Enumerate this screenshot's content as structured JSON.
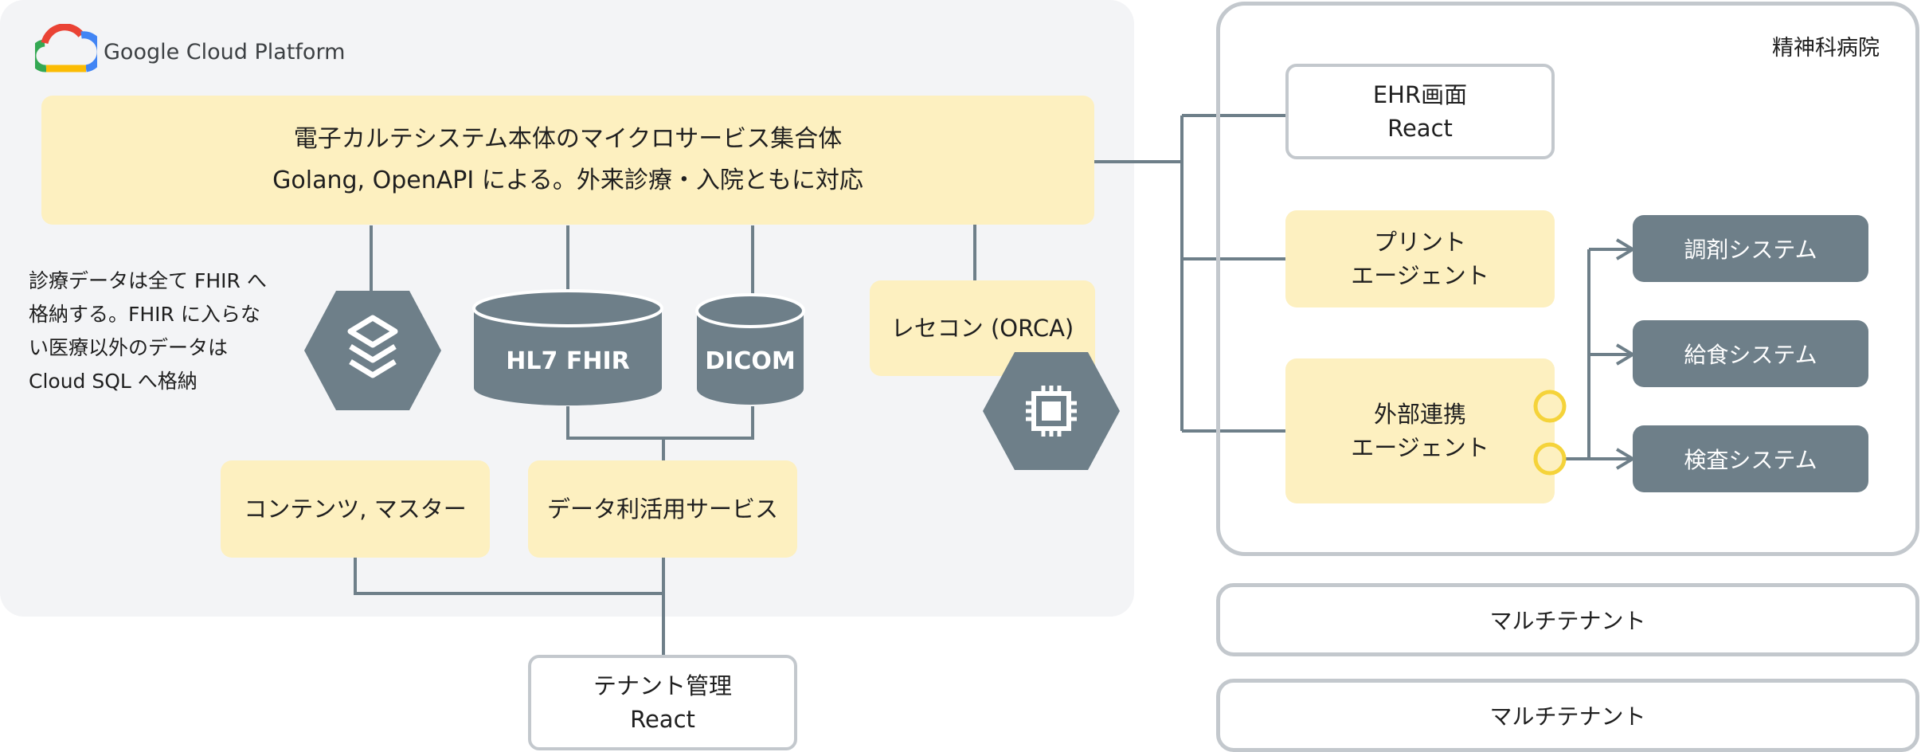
{
  "gcp": {
    "label": "Google Cloud Platform"
  },
  "core": {
    "line1": "電子カルテシステム本体のマイクロサービス集合体",
    "line2": "Golang, OpenAPI による。外来診療・入院ともに対応"
  },
  "note": {
    "line1": "診療データは全て FHIR へ",
    "line2": "格納する。FHIR に入らな",
    "line3": "い医療以外のデータは",
    "line4": "Cloud SQL へ格納"
  },
  "storage": {
    "fhir": "HL7 FHIR",
    "dicom": "DICOM"
  },
  "receipt": {
    "label": "レセコン (ORCA)"
  },
  "contents": {
    "label": "コンテンツ, マスター"
  },
  "data_service": {
    "label": "データ利活用サービス"
  },
  "tenant_admin": {
    "line1": "テナント管理",
    "line2": "React"
  },
  "hospital": {
    "title": "精神科病院",
    "ehr": {
      "line1": "EHR画面",
      "line2": "React"
    },
    "print_agent": {
      "line1": "プリント",
      "line2": "エージェント"
    },
    "external_agent": {
      "line1": "外部連携",
      "line2": "エージェント"
    },
    "systems": [
      "調剤システム",
      "給食システム",
      "検査システム"
    ]
  },
  "multitenant": [
    "マルチテナント",
    "マルチテナント"
  ],
  "colors": {
    "yellow": "#fdf0c0",
    "slate": "#6e7f89",
    "border": "#c3c8cd",
    "panel": "#f3f4f6",
    "connector": "#6e7f89",
    "ring": "#f5d33a"
  },
  "icons": [
    "google-cloud-logo-icon",
    "cloud-sql-stack-icon",
    "compute-engine-chip-icon"
  ]
}
